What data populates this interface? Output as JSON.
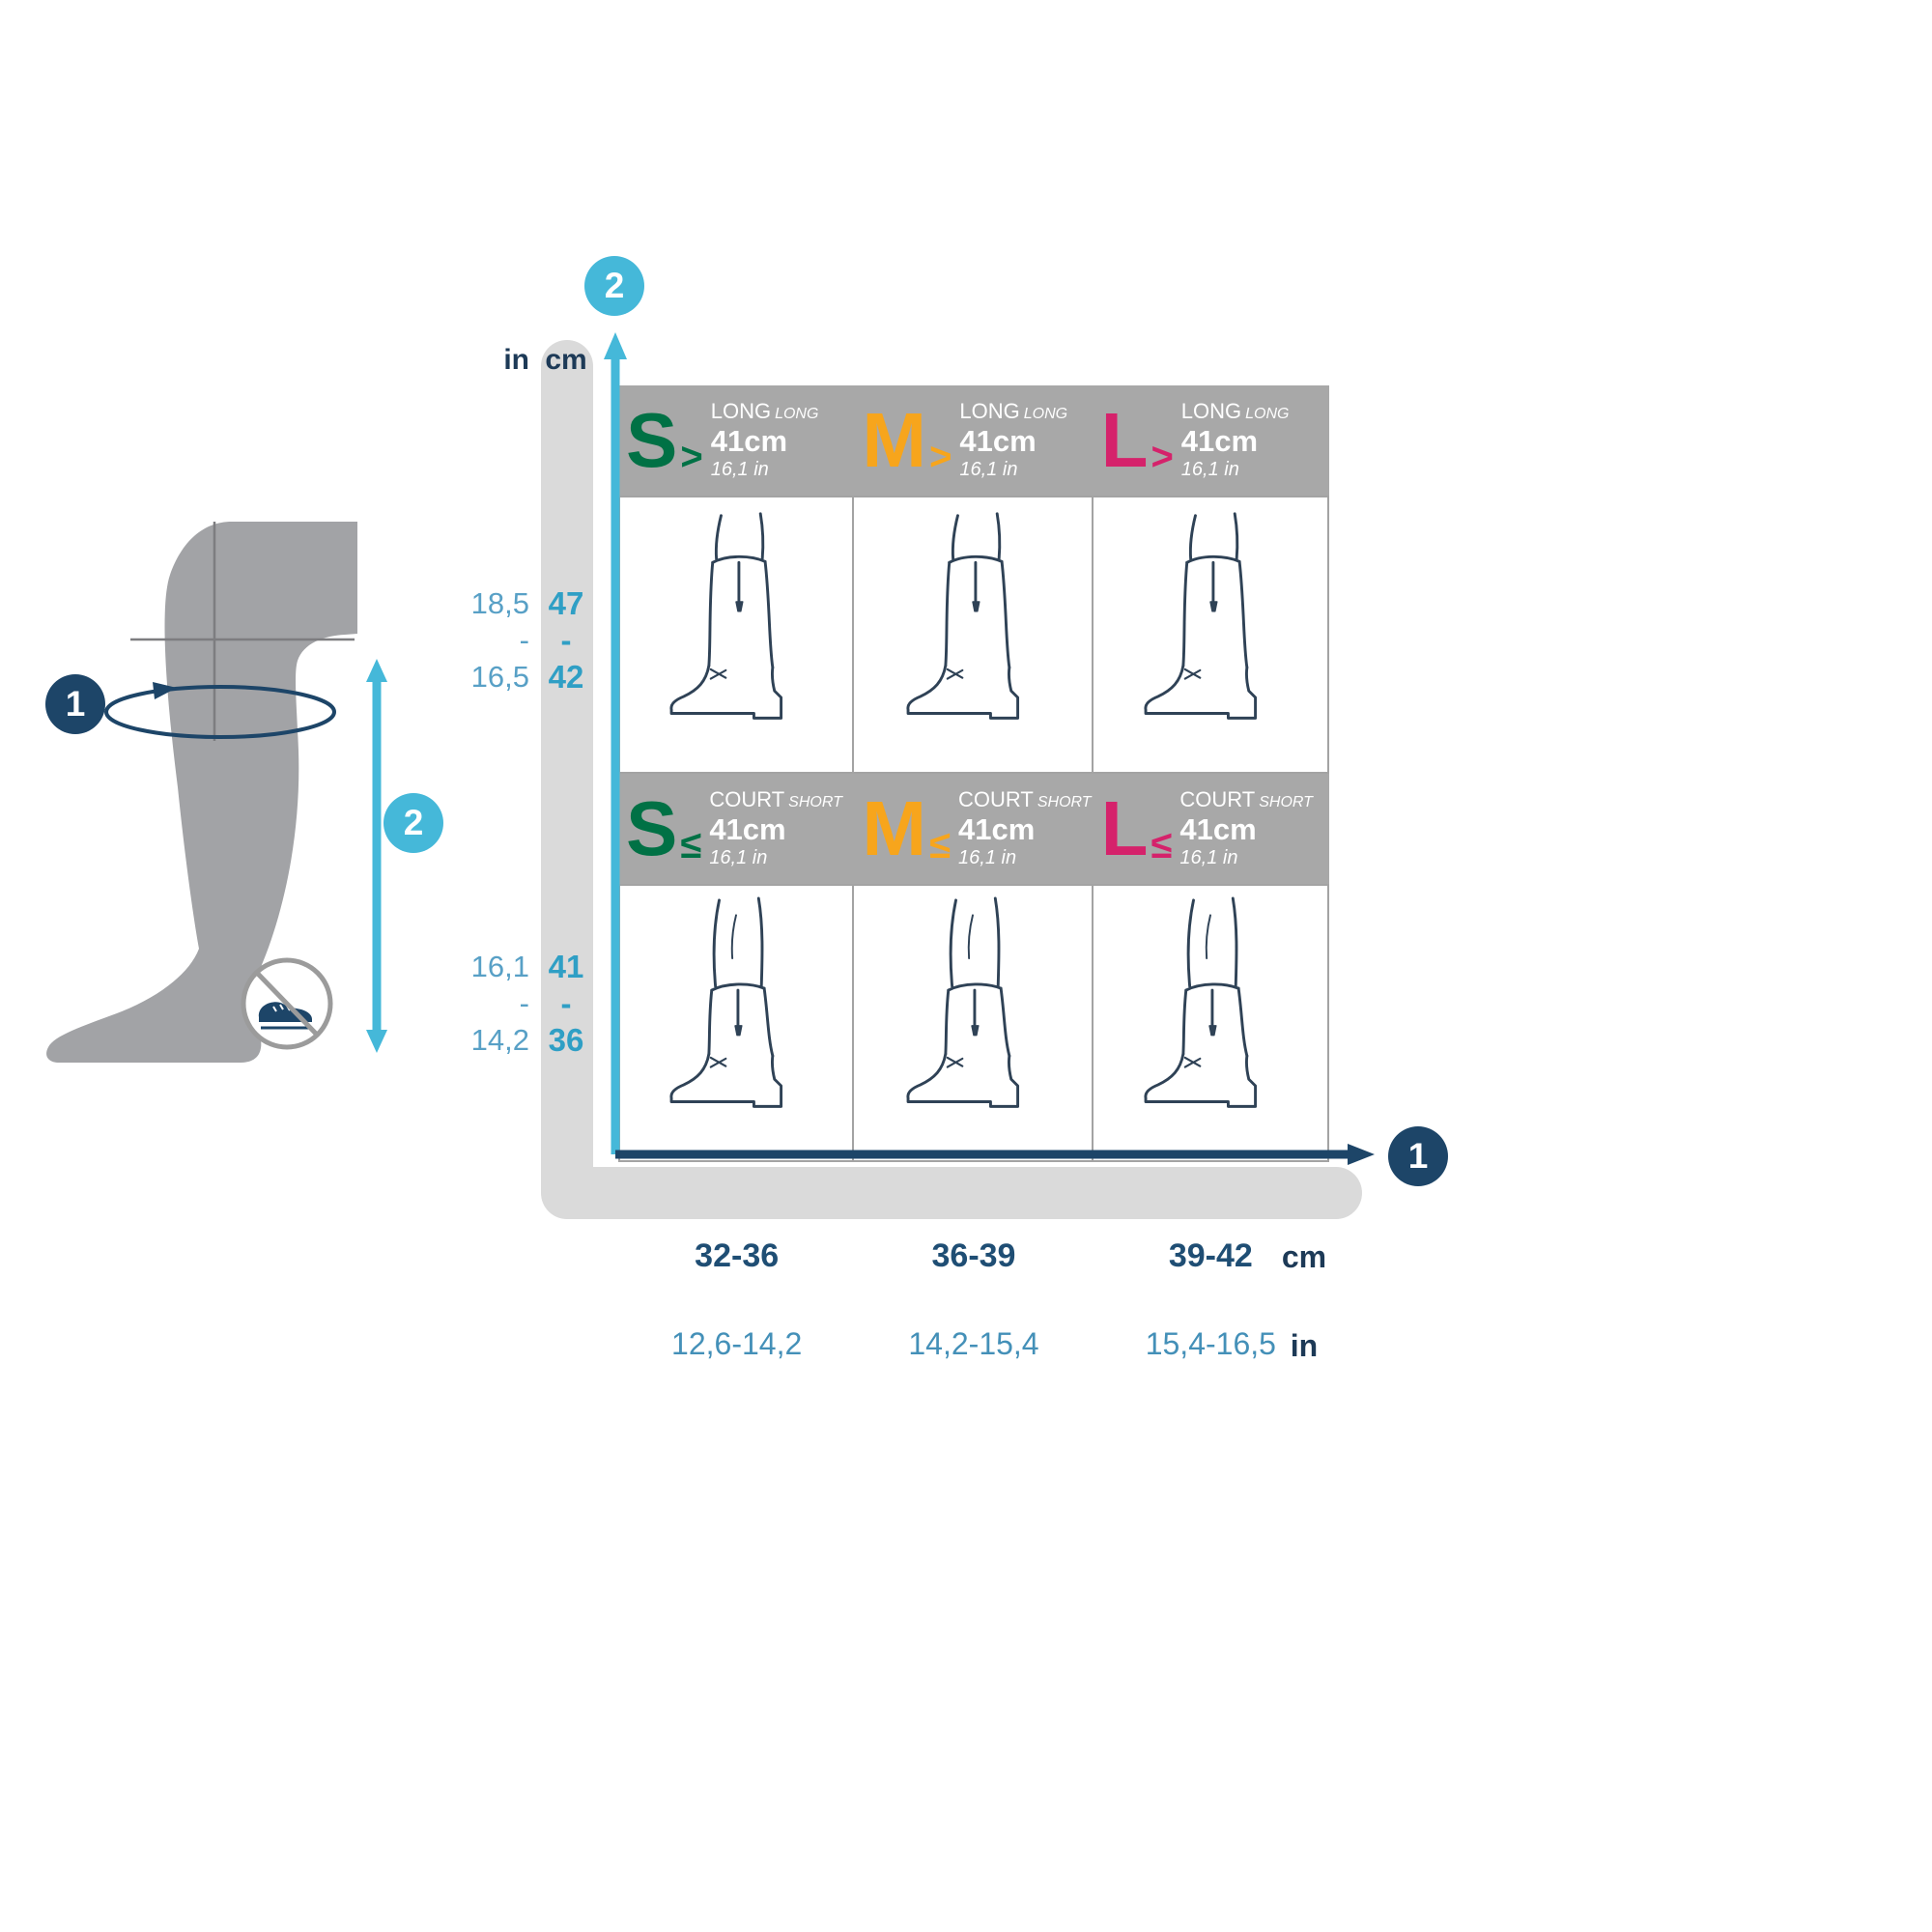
{
  "palette": {
    "cyan": "#45b8d9",
    "navy": "#1d4568",
    "green": "#007145",
    "orange": "#f7a51c",
    "pink": "#d5226b",
    "band_gray": "#a8a8a8"
  },
  "figure": {
    "badge_circumference": "1",
    "badge_height": "2"
  },
  "axes": {
    "y_badge": "2",
    "x_badge": "1",
    "unit_in": "in",
    "unit_cm": "cm",
    "y_long": {
      "in": [
        "18,5",
        "-",
        "16,5"
      ],
      "cm": [
        "47",
        "-",
        "42"
      ]
    },
    "y_short": {
      "in": [
        "16,1",
        "-",
        "14,2"
      ],
      "cm": [
        "41",
        "-",
        "36"
      ]
    },
    "x_cm": [
      "32-36",
      "36-39",
      "39-42"
    ],
    "x_in": [
      "12,6-14,2",
      "14,2-15,4",
      "15,4-16,5"
    ]
  },
  "grid": {
    "cells": [
      {
        "letter": "S",
        "cmp": ">",
        "word_fr": "LONG",
        "word_en": "LONG",
        "size_cm": "41cm",
        "size_in": "16,1 in",
        "color": "#007145"
      },
      {
        "letter": "M",
        "cmp": ">",
        "word_fr": "LONG",
        "word_en": "LONG",
        "size_cm": "41cm",
        "size_in": "16,1 in",
        "color": "#f7a51c"
      },
      {
        "letter": "L",
        "cmp": ">",
        "word_fr": "LONG",
        "word_en": "LONG",
        "size_cm": "41cm",
        "size_in": "16,1 in",
        "color": "#d5226b"
      },
      {
        "letter": "S",
        "cmp": "≤",
        "word_fr": "COURT",
        "word_en": "SHORT",
        "size_cm": "41cm",
        "size_in": "16,1 in",
        "color": "#007145"
      },
      {
        "letter": "M",
        "cmp": "≤",
        "word_fr": "COURT",
        "word_en": "SHORT",
        "size_cm": "41cm",
        "size_in": "16,1 in",
        "color": "#f7a51c"
      },
      {
        "letter": "L",
        "cmp": "≤",
        "word_fr": "COURT",
        "word_en": "SHORT",
        "size_cm": "41cm",
        "size_in": "16,1 in",
        "color": "#d5226b"
      }
    ]
  }
}
